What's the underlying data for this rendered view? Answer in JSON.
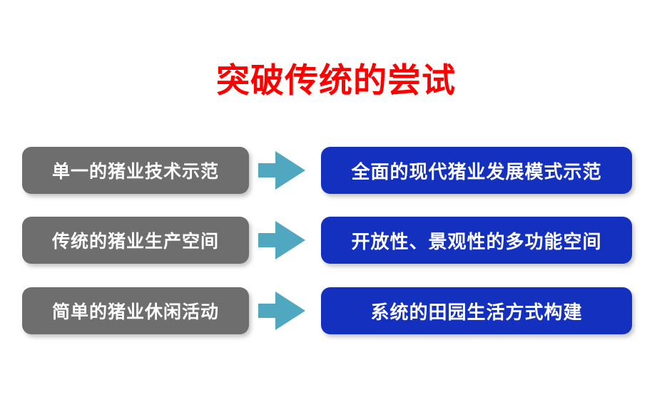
{
  "slide": {
    "title": "突破传统的尝试",
    "title_color": "#FF0000",
    "background_color": "#FFFFFF",
    "from_box_color": "#6E6E6E",
    "to_box_color": "#1430BE",
    "arrow_color": "#4FA7C0",
    "box_text_color": "#FFFFFF"
  },
  "rows": [
    {
      "from": "单一的猪业技术示范",
      "arrow": "right-arrow-icon",
      "to": "全面的现代猪业发展模式示范"
    },
    {
      "from": "传统的猪业生产空间",
      "arrow": "right-arrow-icon",
      "to": "开放性、景观性的多功能空间"
    },
    {
      "from": "简单的猪业休闲活动",
      "arrow": "right-arrow-icon",
      "to": "系统的田园生活方式构建"
    }
  ]
}
